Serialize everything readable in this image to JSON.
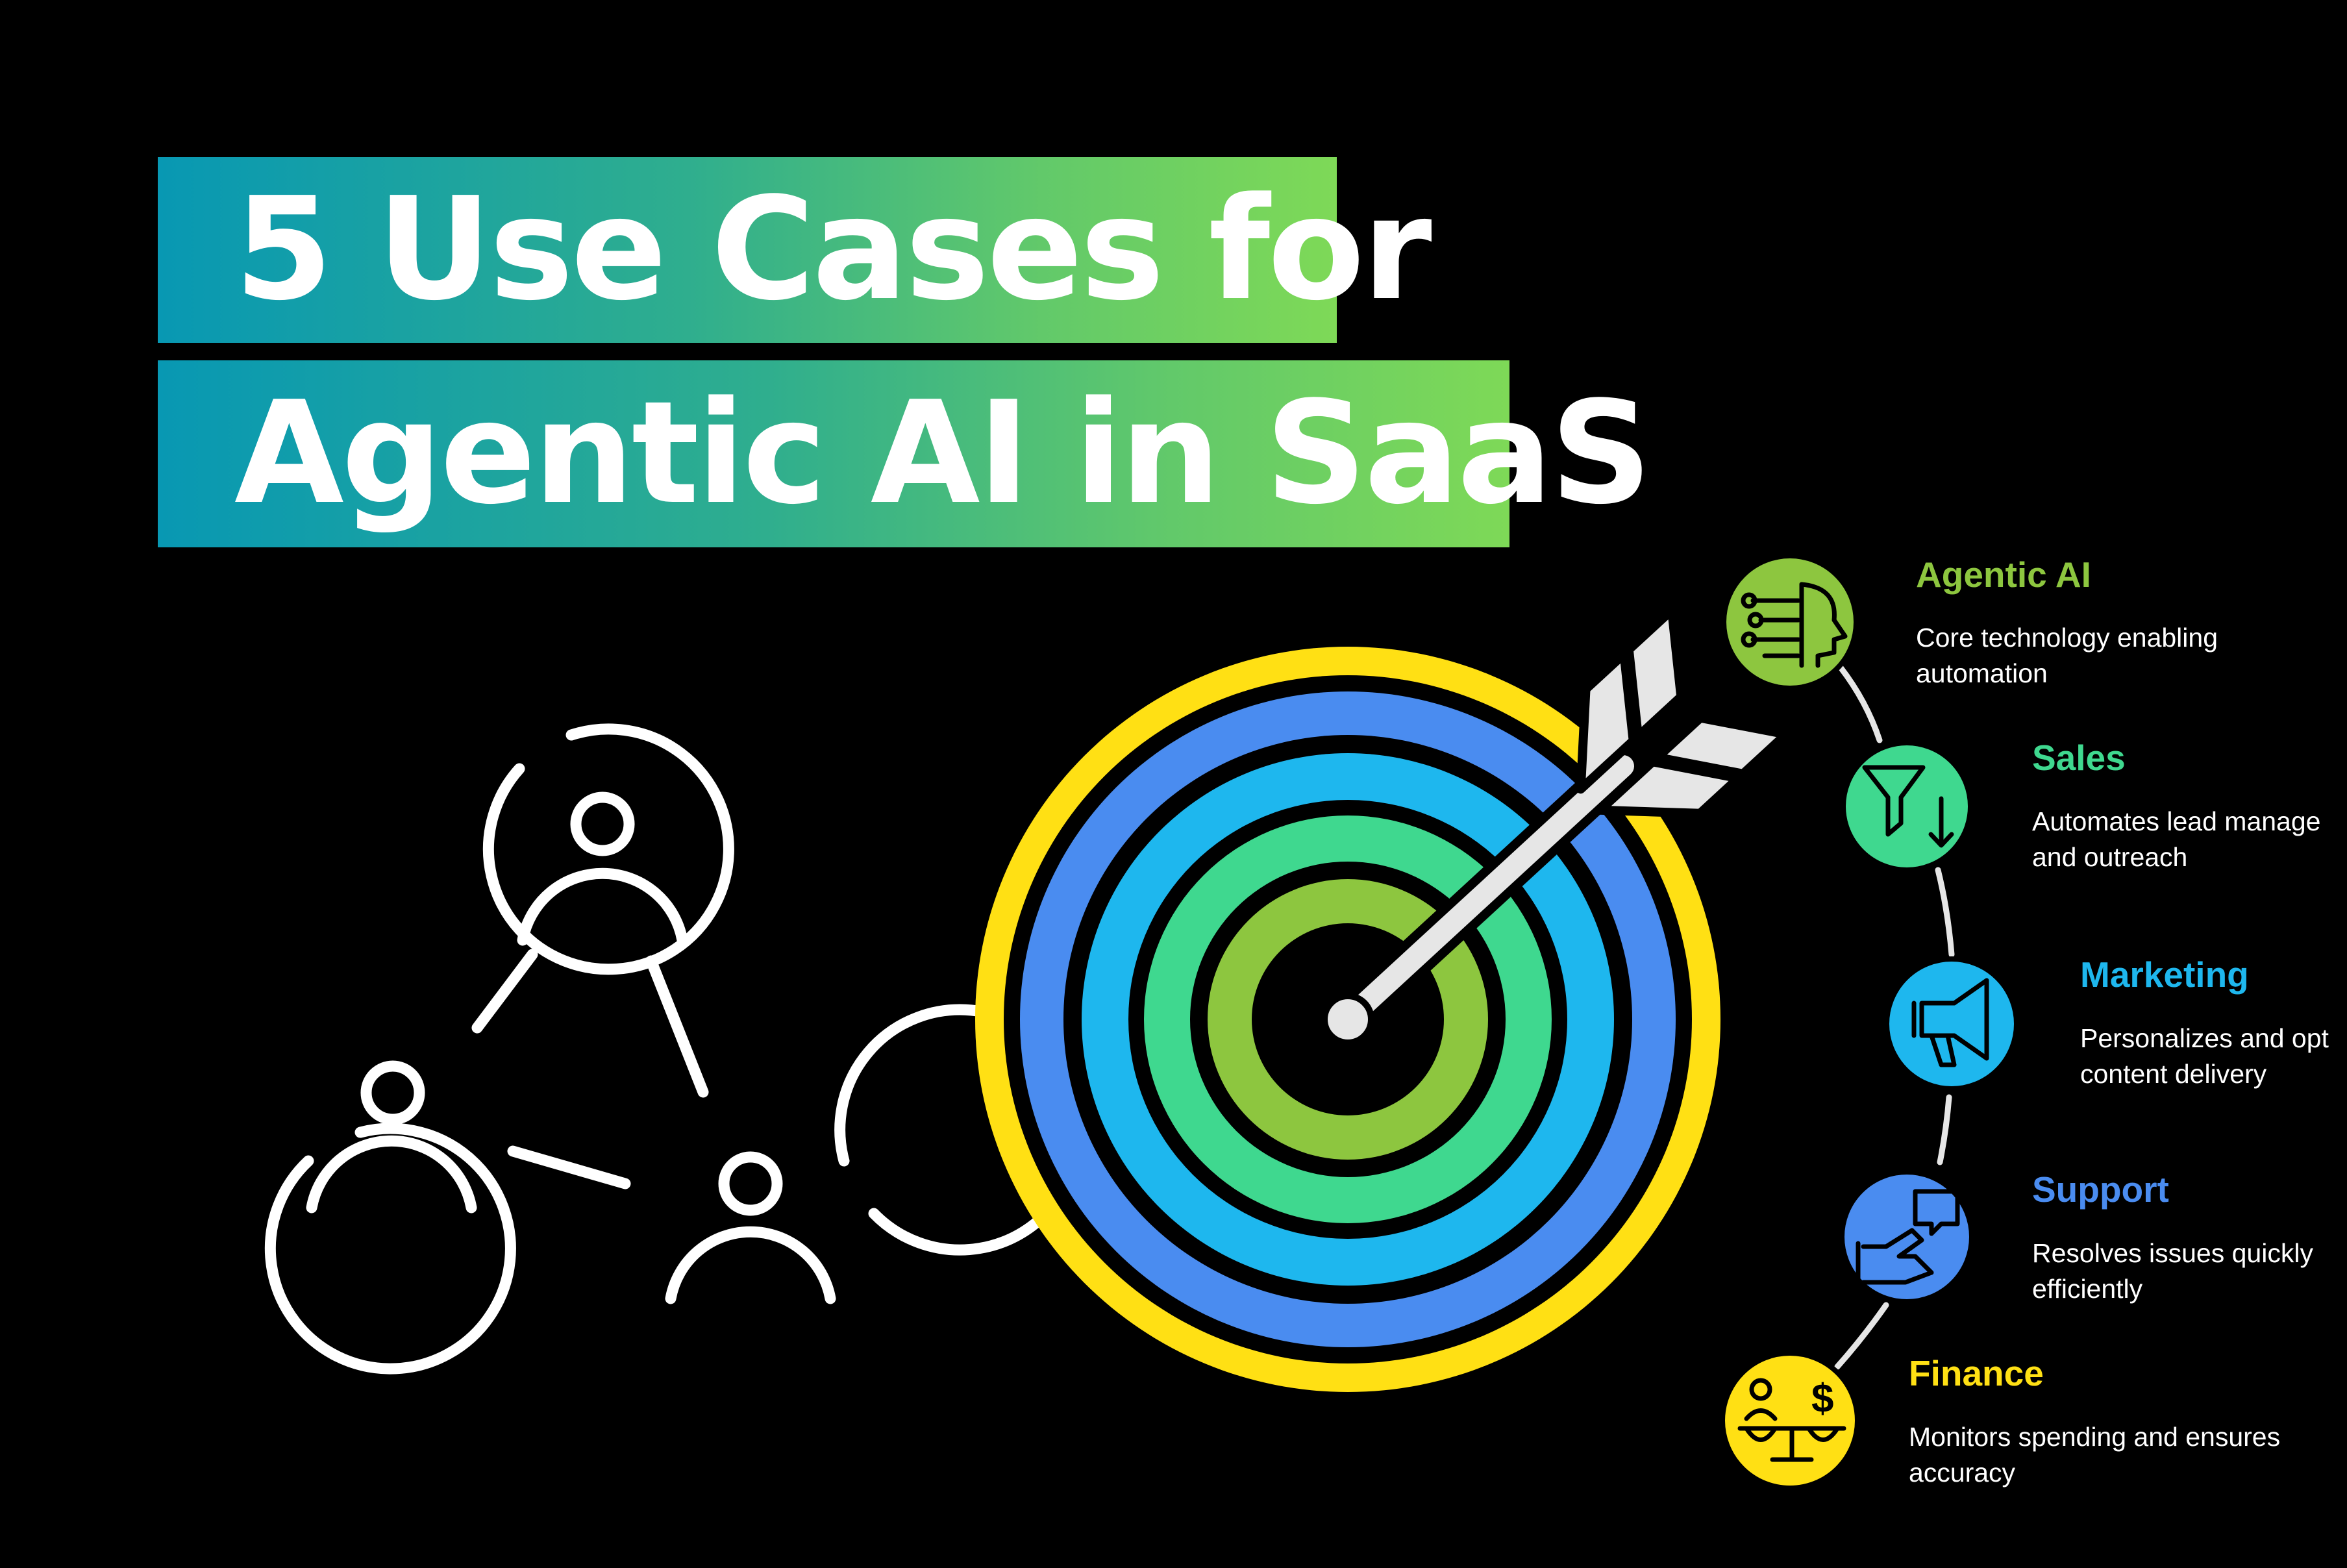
{
  "title": {
    "line1": "5 Use Cases for",
    "line2": "Agentic AI in SaaS"
  },
  "icons": {
    "network": "people-network-icon",
    "target": "target-arrow-icon"
  },
  "colors": {
    "background": "#000000",
    "gradient_start": "#0898b3",
    "gradient_end": "#7ed957",
    "green": "#8dc63f",
    "teal": "#3fd88f",
    "cyan": "#1eb7ee",
    "blue": "#4a8cf0",
    "yellow": "#ffe014"
  },
  "steps": [
    {
      "title": "Agentic AI",
      "desc1": "Core technology enabling",
      "desc2": "automation",
      "icon": "ai-head-icon",
      "color": "#8dc63f"
    },
    {
      "title": "Sales",
      "desc1": "Automates lead manage",
      "desc2": "and outreach",
      "icon": "funnel-icon",
      "color": "#3fd88f"
    },
    {
      "title": "Marketing",
      "desc1": "Personalizes and opt",
      "desc2": "content delivery",
      "icon": "megaphone-icon",
      "color": "#1eb7ee"
    },
    {
      "title": "Support",
      "desc1": "Resolves issues quickly",
      "desc2": "efficiently",
      "icon": "handshake-chat-icon",
      "color": "#4a8cf0"
    },
    {
      "title": "Finance",
      "desc1": "Monitors spending and ensures",
      "desc2": "accuracy",
      "icon": "balance-scale-icon",
      "color": "#ffe014"
    }
  ]
}
